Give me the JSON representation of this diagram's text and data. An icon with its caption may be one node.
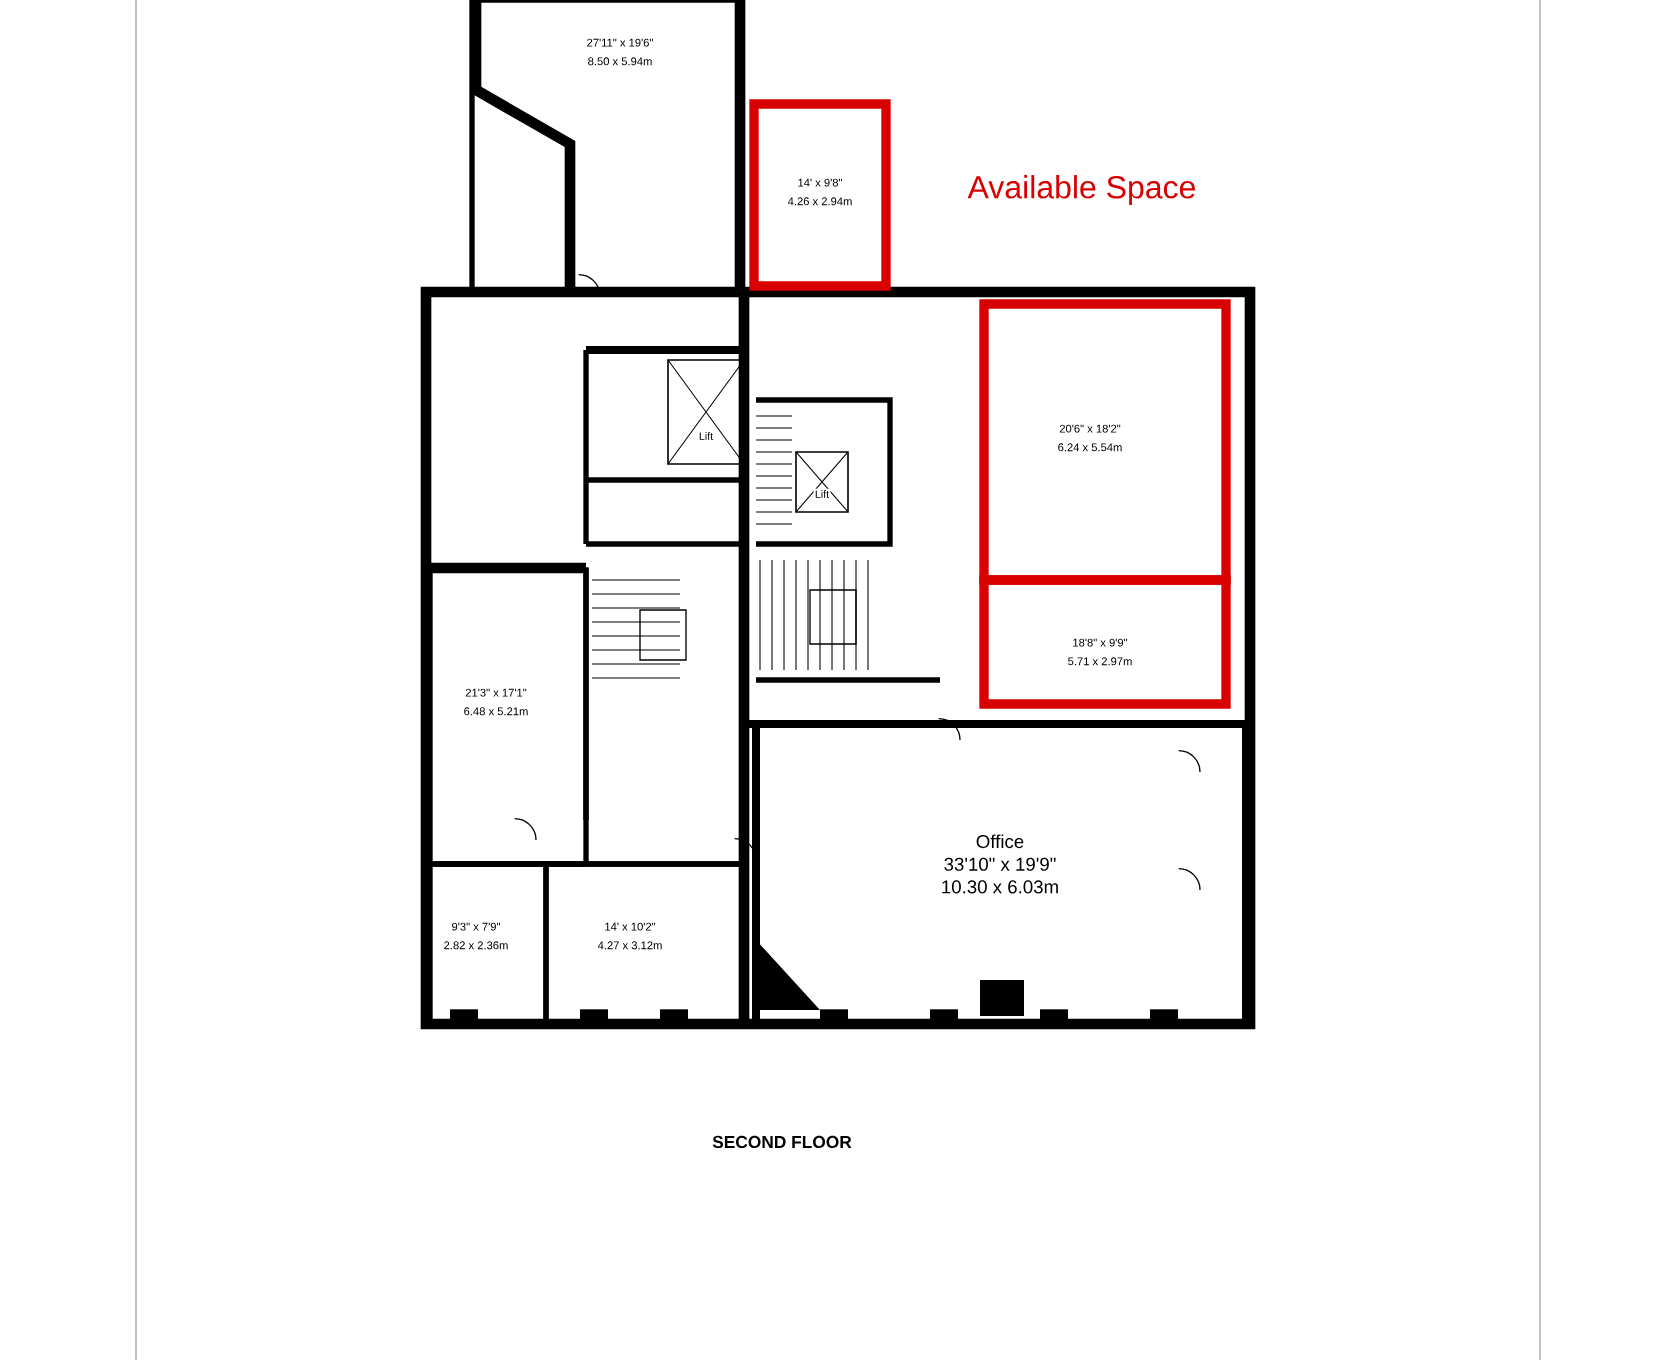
{
  "diagram": {
    "nodes": [
      {
        "text": [
          "27'11\" x 19'6\"",
          "8.50 x 5.94m"
        ]
      },
      {
        "text": [
          "14' x 9'8\"",
          "4.26 x 2.94m"
        ]
      },
      {
        "text": [
          "20'6\" x 18'2\"",
          "6.24 x 5.54m"
        ]
      },
      {
        "text": [
          "18'8\" x 9'9\"",
          "5.71 x 2.97m"
        ]
      },
      {
        "text": [
          "21'3\" x 17'1\"",
          "6.48 x 5.21m"
        ]
      },
      {
        "text": [
          "9'3\" x 7'9\"",
          "2.82 x 2.36m"
        ]
      },
      {
        "text": [
          "14' x 10'2\"",
          "4.27 x 3.12m"
        ]
      },
      {
        "text": [
          "Office",
          "33'10\" x 19'9\"",
          "10.30 x 6.03m"
        ]
      },
      {
        "text": [
          "Lift"
        ]
      },
      {
        "text": [
          "Lift"
        ]
      }
    ],
    "labels": [
      "Available Space",
      "SECOND FLOOR"
    ]
  }
}
